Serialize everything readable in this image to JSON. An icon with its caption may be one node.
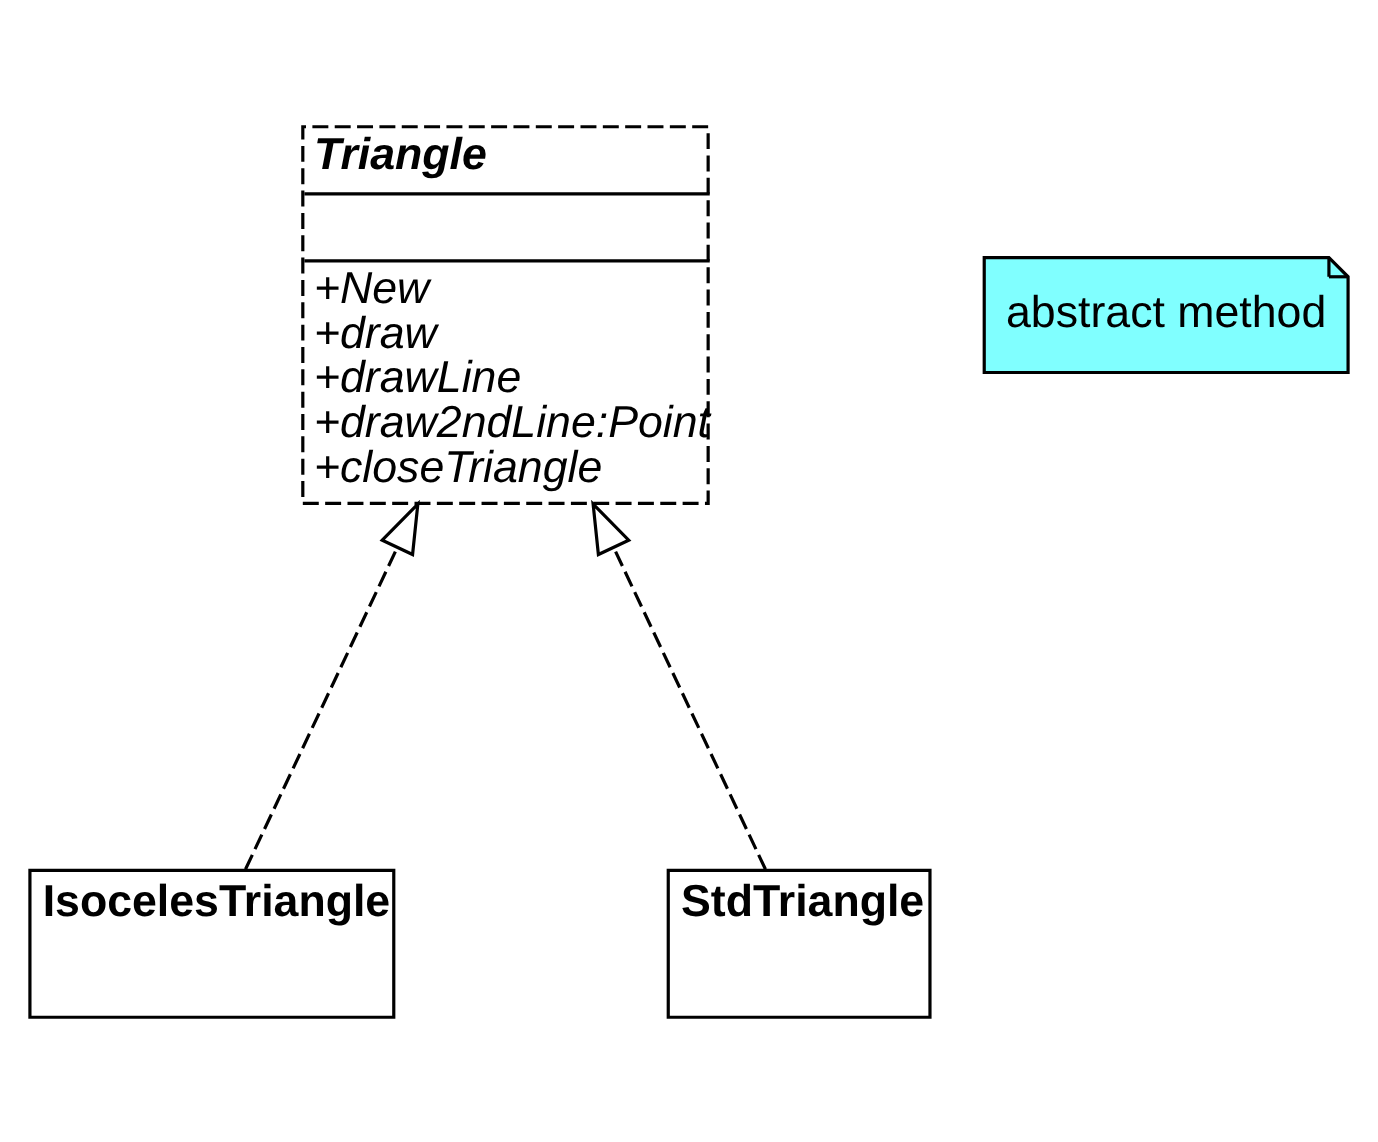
{
  "diagram": {
    "nodes": [
      {
        "text": [
          "Triangle",
          "+New",
          "+draw",
          "+drawLine",
          "+draw2ndLine:Point",
          "+closeTriangle"
        ]
      },
      {
        "text": [
          "abstract method"
        ]
      },
      {
        "text": [
          "IsocelesTriangle"
        ]
      },
      {
        "text": [
          "StdTriangle"
        ]
      }
    ],
    "edges": [
      {
        "from": 2,
        "to": 0,
        "arrow": "to",
        "style": "dashed"
      },
      {
        "from": 3,
        "to": 0,
        "arrow": "to",
        "style": "dashed"
      }
    ]
  }
}
